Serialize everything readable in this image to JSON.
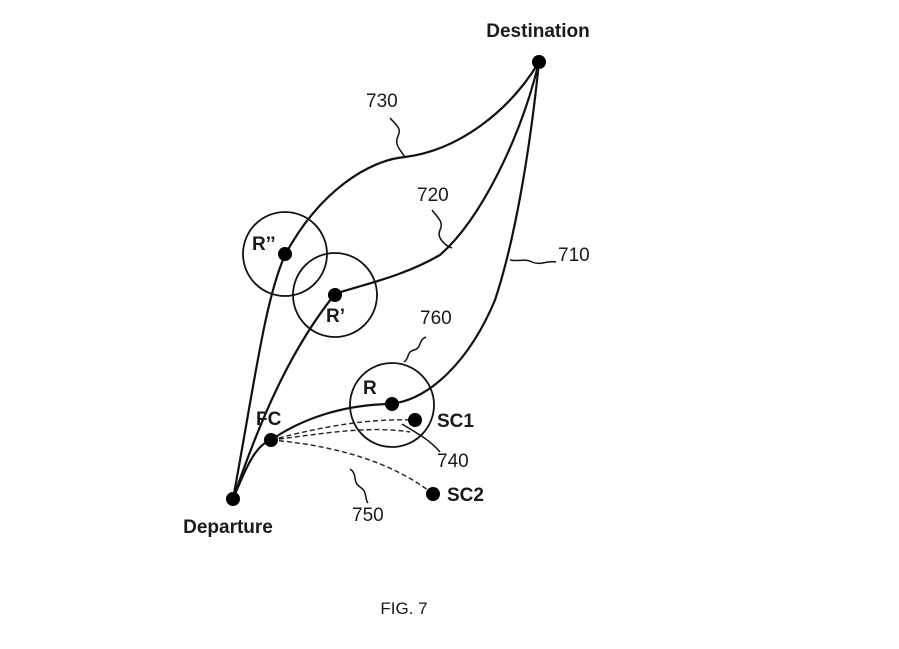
{
  "nodes": {
    "destination": "Destination",
    "departure": "Departure",
    "r": "R",
    "r_prime": "R’",
    "r_double": "R’’",
    "fc": "FC",
    "sc1": "SC1",
    "sc2": "SC2"
  },
  "refs": {
    "r710": "710",
    "r720": "720",
    "r730": "730",
    "r740": "740",
    "r750": "750",
    "r760": "760"
  },
  "caption": "FIG. 7"
}
